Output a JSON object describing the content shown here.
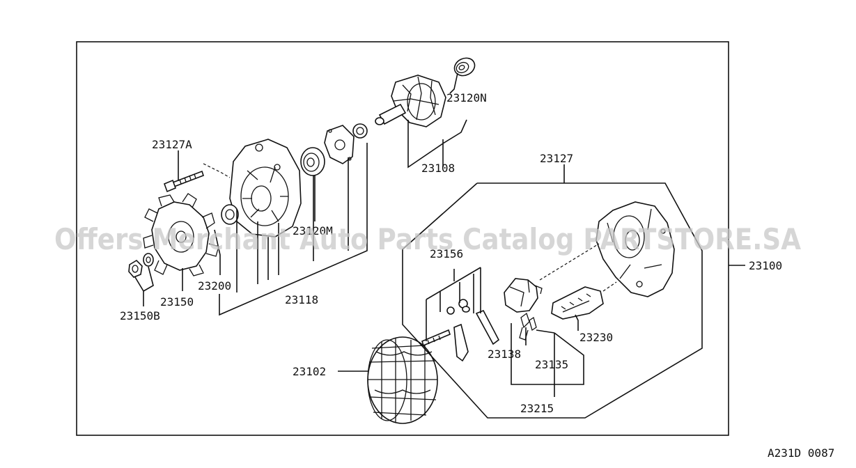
{
  "watermark": "Offers Merchant Auto Parts Catalog PARTSTORE.SA",
  "figure_code": "A231D 0087",
  "parts": {
    "p23100": "23100",
    "p23102": "23102",
    "p23108": "23108",
    "p23118": "23118",
    "p23120M": "23120M",
    "p23120N": "23120N",
    "p23127": "23127",
    "p23127A": "23127A",
    "p23135": "23135",
    "p23138": "23138",
    "p23150": "23150",
    "p23150B": "23150B",
    "p23156": "23156",
    "p23200": "23200",
    "p23215": "23215",
    "p23230": "23230"
  }
}
